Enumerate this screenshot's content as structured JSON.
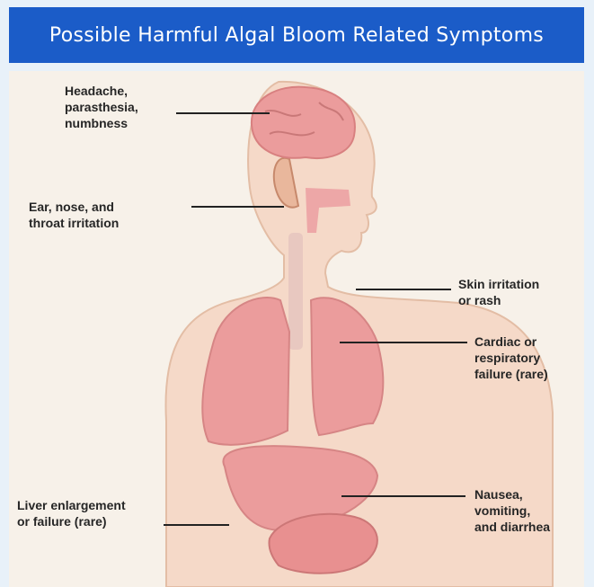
{
  "title": "Possible Harmful Algal Bloom Related Symptoms",
  "labels": {
    "headache": "Headache,\nparasthesia,\nnumbness",
    "ent": "Ear, nose, and\nthroat irritation",
    "skin": "Skin irritation\nor rash",
    "cardiac": "Cardiac or\nrespiratory\nfailure (rare)",
    "liver": "Liver enlargement\nor failure (rare)",
    "nausea": "Nausea,\nvomiting,\nand diarrhea"
  },
  "colors": {
    "header": "#1b5cc8",
    "skin": "#f5d9c8",
    "organ": "#eb9c9c",
    "leader_line": "#222222"
  }
}
